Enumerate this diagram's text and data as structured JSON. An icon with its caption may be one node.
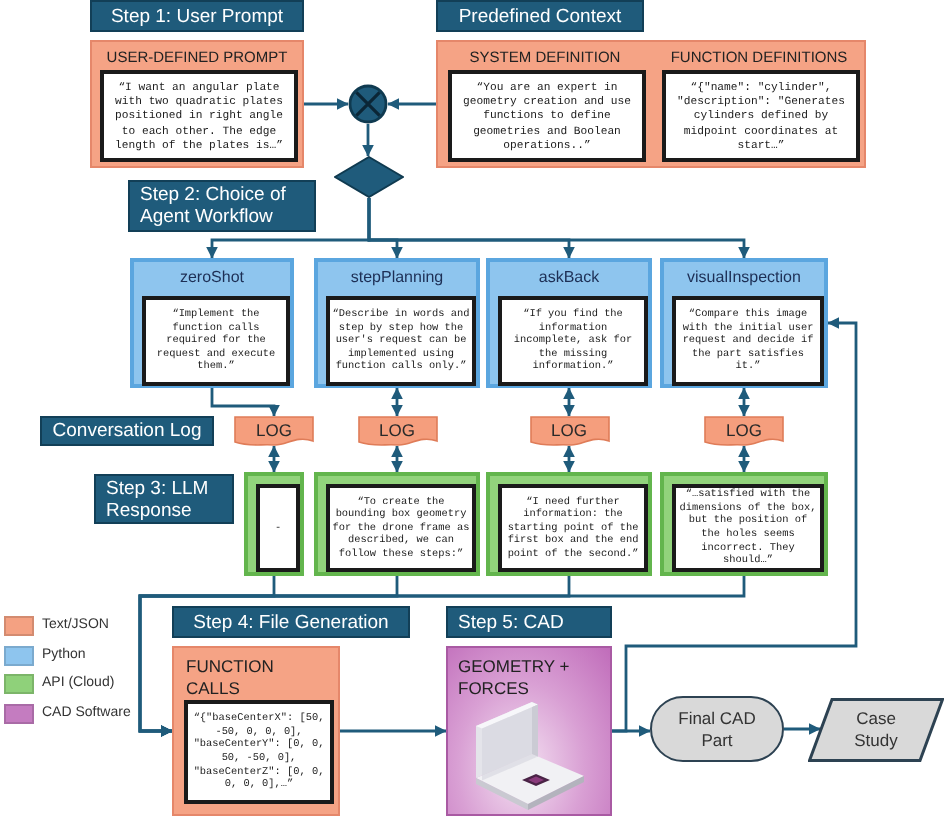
{
  "diagram": {
    "nodes": [
      {
        "text": [
          "Step 1: User Prompt"
        ]
      },
      {
        "text": [
          "Predefined Context"
        ]
      },
      {
        "text": [
          "USER-DEFINED PROMPT"
        ]
      },
      {
        "text": [
          "“I want an angular plate with two quadratic plates positioned in right angle to each other. The edge length of the plates is…”"
        ],
        "in": 2
      },
      {
        "text": [
          "SYSTEM DEFINITION",
          "FUNCTION DEFINITIONS"
        ]
      },
      {
        "text": [
          "“You are an expert in geometry creation and use functions to define geometries and Boolean operations..”"
        ],
        "in": 4
      },
      {
        "text": [
          "“{\"name\": \"cylinder\", \"description\": \"Generates cylinders defined by midpoint coordinates at start…”"
        ],
        "in": 4
      },
      {
        "text": [],
        "shape": "circle"
      },
      {
        "text": [],
        "shape": "diamond"
      },
      {
        "text": [
          "Step 2: Choice of Agent Workflow"
        ]
      },
      {
        "text": [
          "zeroShot"
        ]
      },
      {
        "text": [
          "“Implement the function calls required for the request and execute them.”"
        ],
        "in": 10
      },
      {
        "text": [
          "stepPlanning"
        ]
      },
      {
        "text": [
          "“Describe in words and step by step how the user's request can be implemented using function calls only.”"
        ],
        "in": 12
      },
      {
        "text": [
          "askBack"
        ]
      },
      {
        "text": [
          "“If you find the information incomplete, ask for the missing information.”"
        ],
        "in": 14
      },
      {
        "text": [
          "visualInspection"
        ]
      },
      {
        "text": [
          "“Compare this image with the initial user request and decide if the part satisfies it.”"
        ],
        "in": 16
      },
      {
        "text": [
          "Conversation Log"
        ]
      },
      {
        "text": [
          "LOG"
        ]
      },
      {
        "text": [
          "LOG"
        ]
      },
      {
        "text": [
          "LOG"
        ]
      },
      {
        "text": [
          "LOG"
        ]
      },
      {
        "text": [
          "Step 3: LLM Response"
        ]
      },
      {
        "text": [],
        "shape": "box"
      },
      {
        "text": [
          "-"
        ],
        "in": 24
      },
      {
        "text": [],
        "shape": "box"
      },
      {
        "text": [
          "“To create the bounding box geometry for the drone frame as described, we can follow these steps:”"
        ],
        "in": 26
      },
      {
        "text": [],
        "shape": "box"
      },
      {
        "text": [
          "“I need further information: the starting point of the first box and the end point of the second.”"
        ],
        "in": 28
      },
      {
        "text": [],
        "shape": "box"
      },
      {
        "text": [
          "“…satisfied with the dimensions of the box, but the position of the holes seems incorrect. They should…”"
        ],
        "in": 30
      },
      {
        "text": [
          "Step 4: File Generation"
        ]
      },
      {
        "text": [
          "Step 5: CAD"
        ]
      },
      {
        "text": [
          "FUNCTION CALLS"
        ]
      },
      {
        "text": [
          "“{\"baseCenterX\": [50, -50, 0, 0, 0], \"baseCenterY\": [0, 0, 50, -50, 0], \"baseCenterZ\": [0, 0, 0, 0, 0],…”"
        ],
        "in": 34
      },
      {
        "text": [
          "GEOMETRY + FORCES"
        ]
      },
      {
        "text": [
          "Final CAD Part"
        ]
      },
      {
        "text": [
          "Case Study"
        ]
      }
    ],
    "edges": [
      {
        "from": 2,
        "to": 7,
        "arrow": "to"
      },
      {
        "from": 4,
        "to": 7,
        "arrow": "to"
      },
      {
        "from": 7,
        "to": 8,
        "arrow": "to"
      },
      {
        "from": 8,
        "to": 10,
        "arrow": "to"
      },
      {
        "from": 8,
        "to": 12,
        "arrow": "to"
      },
      {
        "from": 8,
        "to": 14,
        "arrow": "to"
      },
      {
        "from": 8,
        "to": 16,
        "arrow": "to"
      },
      {
        "from": 10,
        "to": 19,
        "arrow": "to"
      },
      {
        "from": 12,
        "to": 20,
        "arrow": "both"
      },
      {
        "from": 14,
        "to": 21,
        "arrow": "both"
      },
      {
        "from": 16,
        "to": 22,
        "arrow": "both"
      },
      {
        "from": 19,
        "to": 24,
        "arrow": "both"
      },
      {
        "from": 20,
        "to": 26,
        "arrow": "both"
      },
      {
        "from": 21,
        "to": 28,
        "arrow": "both"
      },
      {
        "from": 22,
        "to": 30,
        "arrow": "both"
      },
      {
        "from": 24,
        "to": 34,
        "arrow": "to"
      },
      {
        "from": 26,
        "to": 34,
        "arrow": "to"
      },
      {
        "from": 28,
        "to": 34,
        "arrow": "to"
      },
      {
        "from": 30,
        "to": 34,
        "arrow": "to"
      },
      {
        "from": 34,
        "to": 36,
        "arrow": "to"
      },
      {
        "from": 36,
        "to": 37,
        "arrow": "to"
      },
      {
        "from": 37,
        "to": 38,
        "arrow": "to"
      },
      {
        "from": 36,
        "to": 16,
        "arrow": "to"
      }
    ],
    "legend": [
      {
        "text": "Text/JSON",
        "color": "#f4a182"
      },
      {
        "text": "Python",
        "color": "#8ec5ee"
      },
      {
        "text": "API (Cloud)",
        "color": "#8fd17a"
      },
      {
        "text": "CAD Software",
        "color": "#c47cc0"
      }
    ]
  }
}
